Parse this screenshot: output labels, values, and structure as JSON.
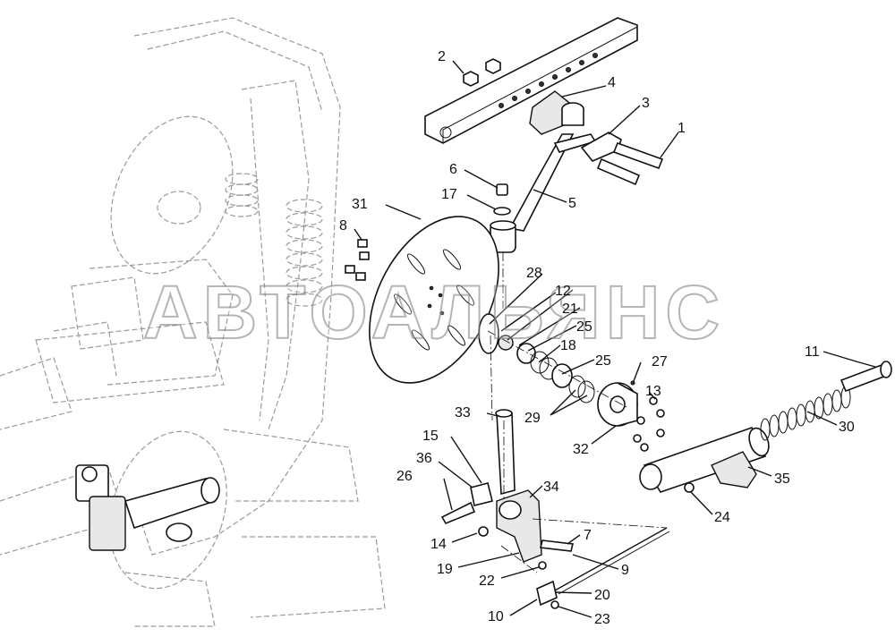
{
  "watermark": "АВТОАЛЬЯНС",
  "callouts": [
    {
      "id": "1",
      "label": "1"
    },
    {
      "id": "2",
      "label": "2"
    },
    {
      "id": "3",
      "label": "3"
    },
    {
      "id": "4",
      "label": "4"
    },
    {
      "id": "5",
      "label": "5"
    },
    {
      "id": "6",
      "label": "6"
    },
    {
      "id": "7",
      "label": "7"
    },
    {
      "id": "8",
      "label": "8"
    },
    {
      "id": "9",
      "label": "9"
    },
    {
      "id": "10",
      "label": "10"
    },
    {
      "id": "11",
      "label": "11"
    },
    {
      "id": "12",
      "label": "12"
    },
    {
      "id": "13",
      "label": "13"
    },
    {
      "id": "14",
      "label": "14"
    },
    {
      "id": "15",
      "label": "15"
    },
    {
      "id": "17",
      "label": "17"
    },
    {
      "id": "18",
      "label": "18"
    },
    {
      "id": "19",
      "label": "19"
    },
    {
      "id": "20",
      "label": "20"
    },
    {
      "id": "21",
      "label": "21"
    },
    {
      "id": "22",
      "label": "22"
    },
    {
      "id": "23",
      "label": "23"
    },
    {
      "id": "24",
      "label": "24"
    },
    {
      "id": "25a",
      "label": "25"
    },
    {
      "id": "25b",
      "label": "25"
    },
    {
      "id": "26",
      "label": "26"
    },
    {
      "id": "27",
      "label": "27"
    },
    {
      "id": "28",
      "label": "28"
    },
    {
      "id": "29",
      "label": "29"
    },
    {
      "id": "30",
      "label": "30"
    },
    {
      "id": "31",
      "label": "31"
    },
    {
      "id": "32",
      "label": "32"
    },
    {
      "id": "33",
      "label": "33"
    },
    {
      "id": "34",
      "label": "34"
    },
    {
      "id": "35",
      "label": "35"
    },
    {
      "id": "36",
      "label": "36"
    }
  ]
}
